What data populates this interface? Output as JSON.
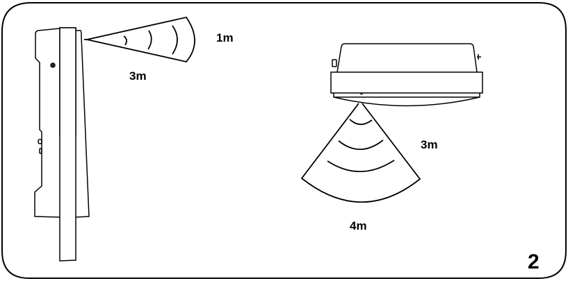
{
  "diagram": {
    "figure_number": "2",
    "side_view": {
      "device": "wall-mounted detector (side profile)",
      "range_length_label": "3m",
      "range_width_label": "1m"
    },
    "ceiling_view": {
      "device": "ceiling-mounted detector",
      "range_length_label": "3m",
      "range_width_label": "4m"
    },
    "colors": {
      "stroke": "#000000",
      "background": "#ffffff"
    }
  }
}
